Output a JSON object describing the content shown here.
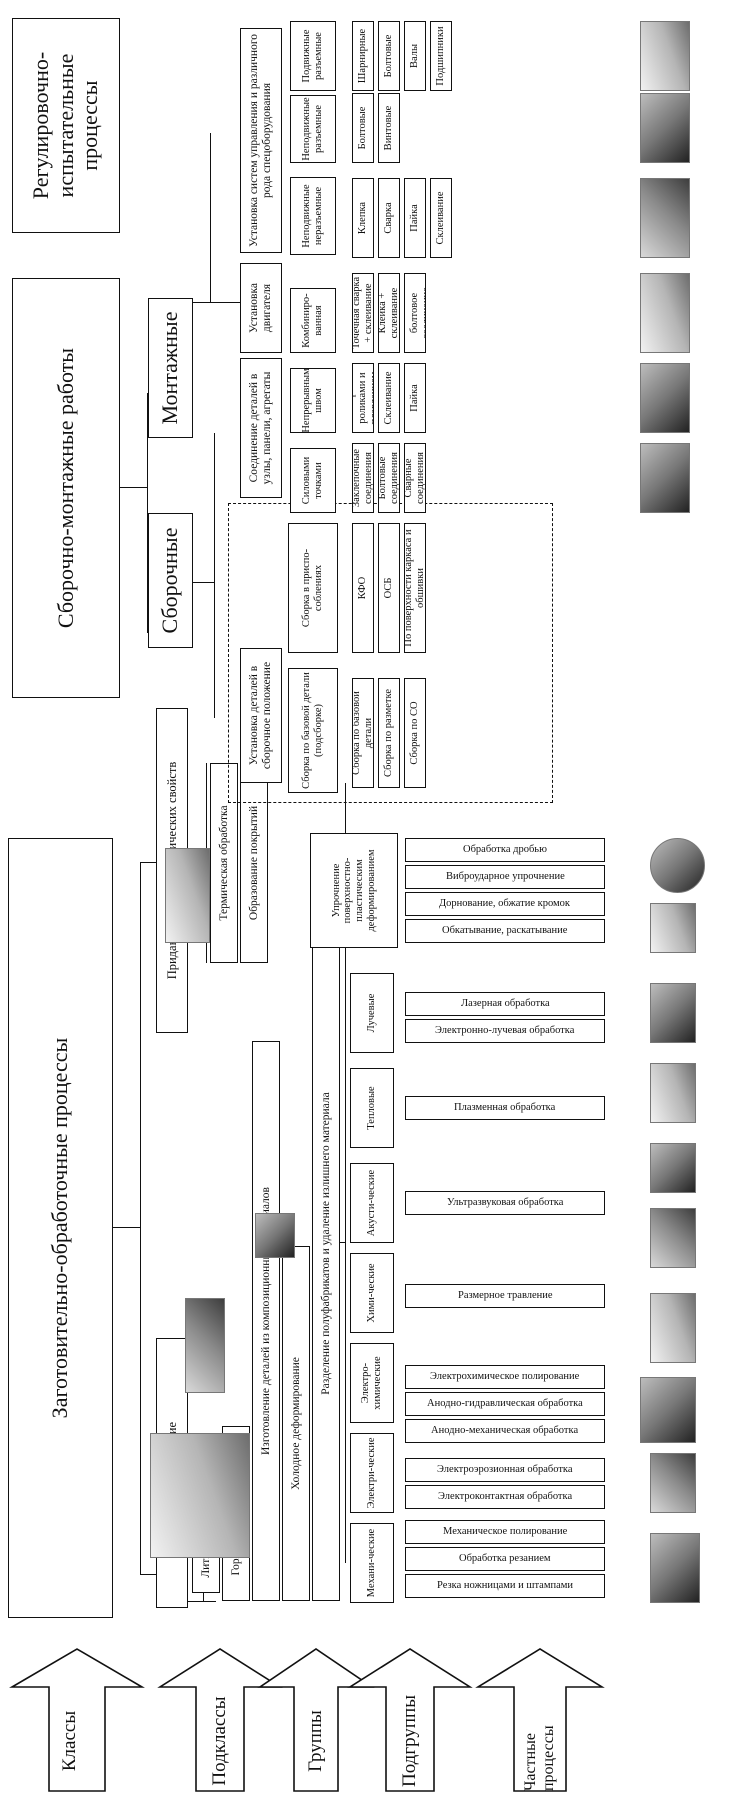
{
  "arrows": [
    "Классы",
    "Подклассы",
    "Группы",
    "Подгруппы",
    "Частные процессы"
  ],
  "classes": {
    "zagot": "Заготовительно-обработочные процессы",
    "sborochno": "Сборочно-монтажные работы",
    "regul": "Регулировочно-испытательные процессы"
  },
  "zagot_subclasses": {
    "formo": "Формообразование",
    "fizmeh": "Придание физико-механических свойств"
  },
  "zagot_groups": {
    "lit": "Литье",
    "gor": "Горячее деформирование",
    "kompoz": "Изготовление деталей из композиционных материалов",
    "hol": "Холодное деформирование",
    "razd": "Разделение полуфабрикатов и удаление излишнего материала",
    "term": "Термическая обработка",
    "pokr": "Образование покрытий"
  },
  "zagot_subgroups": {
    "meh": "Механи-ческие",
    "el": "Электри-ческие",
    "elhim": "Электро-химические",
    "him": "Хими-ческие",
    "akust": "Акусти-ческие",
    "tepl": "Тепловые",
    "luch": "Лучевые",
    "upr": "Упрочнение поверхностно-пластическим деформированием"
  },
  "zagot_processes": {
    "meh": [
      "Резка ножницами и штампами",
      "Обработка резанием",
      "Механическое полирование"
    ],
    "el": [
      "Электроконтактная обработка",
      "Электроэрозионная обработка"
    ],
    "elhim": [
      "Анодно-механическая обработка",
      "Анодно-гидравлическая обработка",
      "Электрохимическое полирование"
    ],
    "him": [
      "Размерное травление"
    ],
    "akust": [
      "Ультразвуковая обработка"
    ],
    "tepl": [
      "Плазменная обработка"
    ],
    "luch": [
      "Электронно-лучевая обработка",
      "Лазерная обработка"
    ],
    "upr": [
      "Обкатывание, раскатывание",
      "Дорнование, обжатие кромок",
      "Виброударное упрочнение",
      "Обработка дробью"
    ]
  },
  "sb_subclasses": {
    "sboroch": "Сборочные",
    "montazh": "Монтажные"
  },
  "sb_groups": {
    "ustanovka": "Установка деталей в сборочное положение",
    "soed": "Соединение деталей в узлы, панели, агрегаты",
    "dvig": "Установка двигателя",
    "sistem": "Установка систем управления и различного рода спецоборудования"
  },
  "sb_subgroups": {
    "bazov": "Сборка по базовой детали (подсборке)",
    "prisp": "Сборка в приспо-соблениях",
    "silov": "Силовыми точками",
    "nepr": "Непрерывным швом",
    "komb": "Комбиниро-ванная",
    "nerazem": "Неподвижные неразъемные",
    "nepodrazem": "Неподвижные разъемные",
    "podvrazem": "Подвижные разъемные"
  },
  "sb_processes": {
    "bazov": [
      "Сборка по базовой детали",
      "Сборка по разметке",
      "Сборка по СО"
    ],
    "prisp": [
      "КФО",
      "ОСБ",
      "По поверхности каркаса и обшивки"
    ],
    "silov": [
      "Заклепочные соединения",
      "Болтовые соединения",
      "Сварные соединения"
    ],
    "nepr": [
      "Сварка роликами и плавлением",
      "Склеивание",
      "Пайка"
    ],
    "komb": [
      "Точечная сварка + склеивание",
      "Клейка + склеивание",
      "Клепано-болтовое соединение"
    ],
    "nerazem": [
      "Клепка",
      "Сварка",
      "Пайка",
      "Склеивание"
    ],
    "nepodrazem": [
      "Болтовые",
      "Винтовые"
    ],
    "podvrazem": [
      "Шарнирные",
      "Болтовые",
      "Валы",
      "Подшипники"
    ]
  }
}
